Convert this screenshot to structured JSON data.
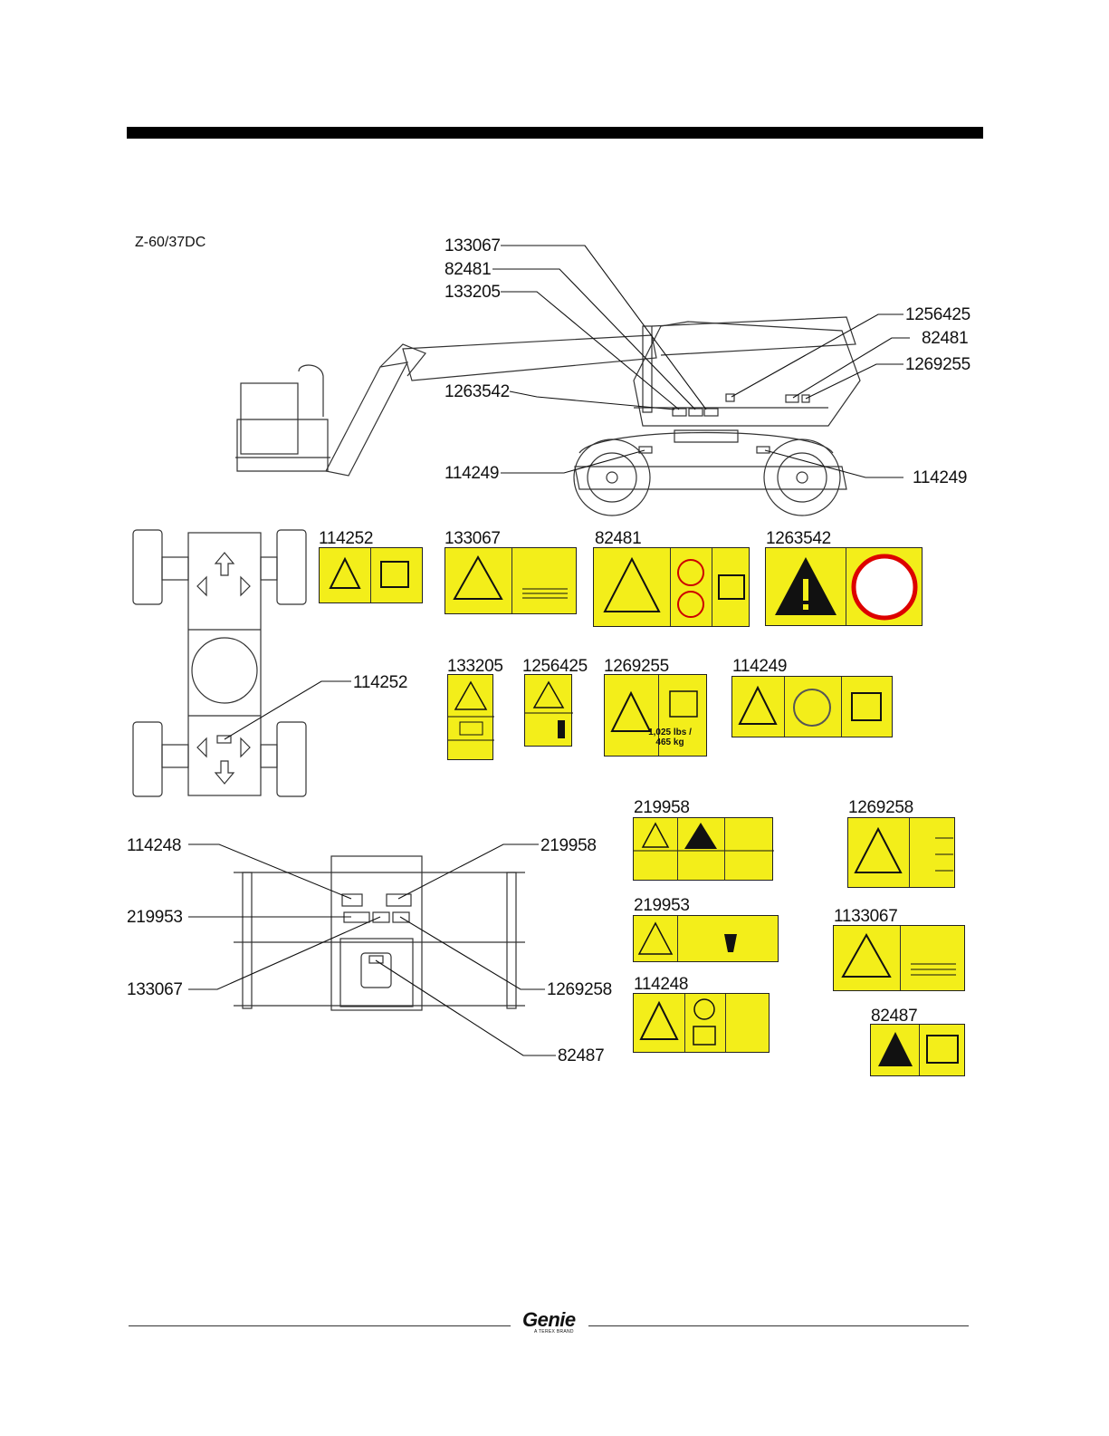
{
  "model": "Z-60/37DC",
  "callouts": {
    "side_133067": "133067",
    "side_82481": "82481",
    "side_133205": "133205",
    "side_1263542": "1263542",
    "side_114249_left": "114249",
    "side_1256425": "1256425",
    "side_82481_right": "82481",
    "side_1269255": "1269255",
    "side_114249_right": "114249",
    "top_114252": "114252",
    "plat_114248": "114248",
    "plat_219953": "219953",
    "plat_133067": "133067",
    "plat_219958": "219958",
    "plat_1269258": "1269258",
    "plat_82487": "82487"
  },
  "decals": {
    "d114252": "114252",
    "d133067": "133067",
    "d82481": "82481",
    "d1263542": "1263542",
    "d133205": "133205",
    "d1256425": "1256425",
    "d1269255": "1269255",
    "d1269255_weight": "1,025 lbs /\n465 kg",
    "d114249": "114249",
    "d219958": "219958",
    "d1269258": "1269258",
    "d219953": "219953",
    "d1133067": "1133067",
    "d114248": "114248",
    "d82487": "82487"
  },
  "footer": {
    "brand": "Genie",
    "tagline": "A TEREX BRAND"
  }
}
